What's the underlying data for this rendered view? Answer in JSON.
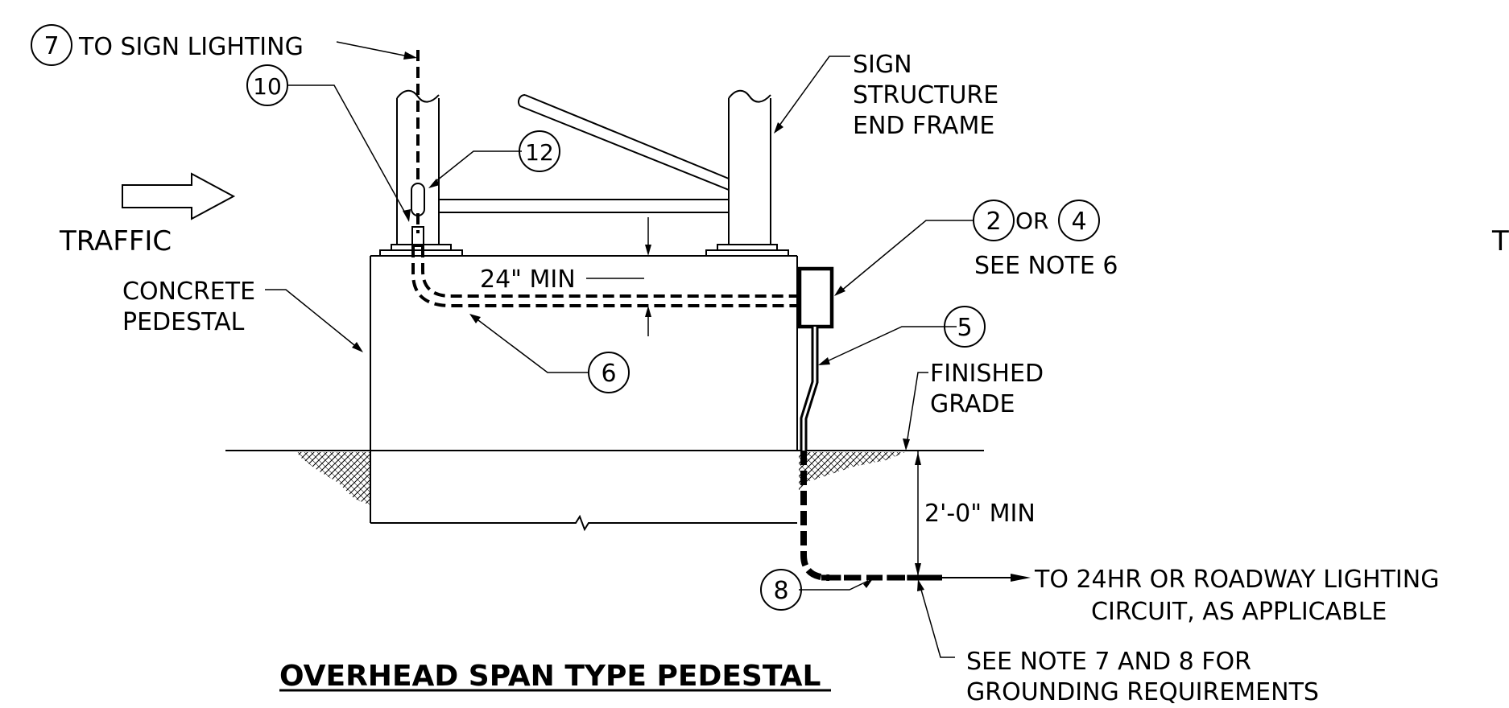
{
  "labels": {
    "to_sign_lighting": "TO SIGN LIGHTING",
    "sign_structure_1": "SIGN",
    "sign_structure_2": "STRUCTURE",
    "sign_structure_3": "END FRAME",
    "traffic": "TRAFFIC",
    "concrete_1": "CONCRETE",
    "concrete_2": "PEDESTAL",
    "or": "OR",
    "see_note_6": "SEE NOTE 6",
    "min_24": "24\" MIN",
    "finished_1": "FINISHED",
    "finished_2": "GRADE",
    "min_2ft": "2'-0\" MIN",
    "to_24hr_1": "TO 24HR OR ROADWAY LIGHTING",
    "to_24hr_2": "CIRCUIT, AS APPLICABLE",
    "see_note_78_1": "SEE NOTE 7 AND 8 FOR",
    "see_note_78_2": "GROUNDING REQUIREMENTS",
    "title": "OVERHEAD SPAN TYPE PEDESTAL",
    "edge_letter": "T"
  },
  "callouts": {
    "c7": "7",
    "c10": "10",
    "c12": "12",
    "c2": "2",
    "c4": "4",
    "c5": "5",
    "c6": "6",
    "c8": "8"
  }
}
